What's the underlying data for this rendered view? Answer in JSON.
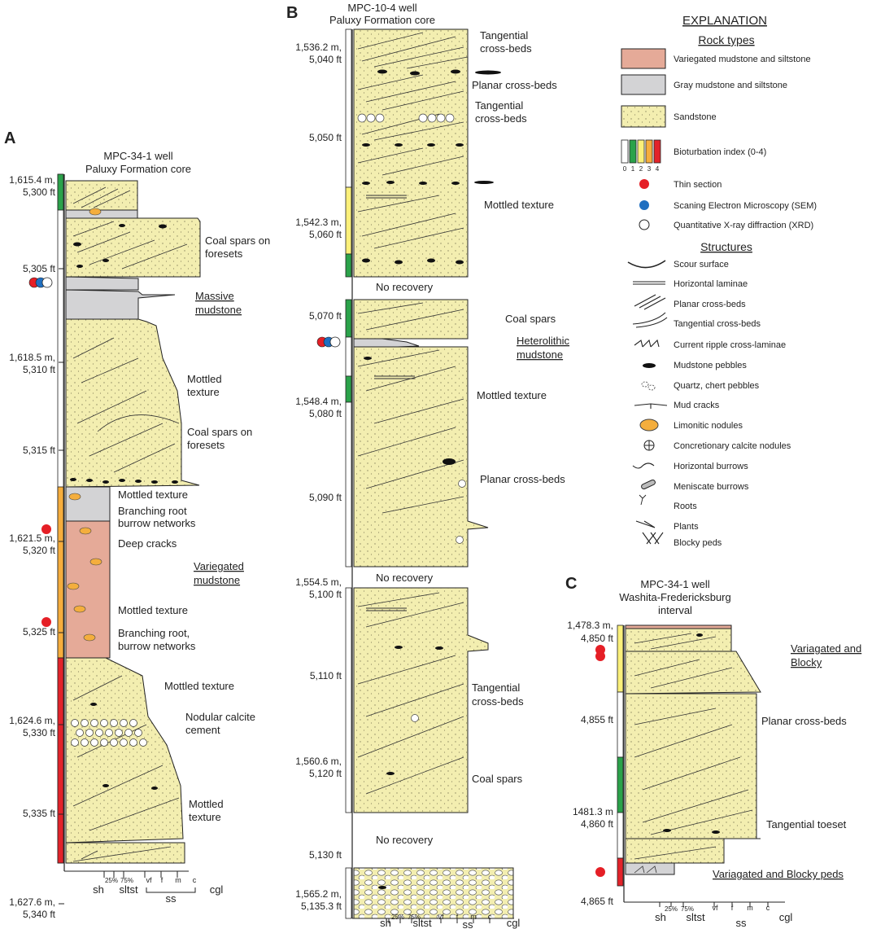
{
  "colors": {
    "sand": "#f3eeb0",
    "gray": "#d3d3d5",
    "variegated": "#e5aa98",
    "bio0": "#ffffff",
    "bio1": "#2ba24a",
    "bio2": "#fbf07a",
    "bio3": "#f6ad3c",
    "bio4": "#e2232a",
    "thin": "#e51f26",
    "sem": "#1f6fc0",
    "xrd": "#ffffff"
  },
  "panelA": {
    "letter": "A",
    "title1": "MPC-34-1 well",
    "title2": "Paluxy Formation core",
    "depths": [
      "1,615.4 m,",
      "5,300 ft",
      "5,305 ft",
      "1,618.5 m,",
      "5,310 ft",
      "5,315 ft",
      "1,621.5 m,",
      "5,320 ft",
      "5,325 ft",
      "1,624.6 m,",
      "5,330 ft",
      "5,335 ft",
      "1,627.6 m,",
      "5,340 ft"
    ],
    "notes": {
      "coal1a": "Coal spars on",
      "coal1b": "foresets",
      "massive1": "Massive",
      "massive2": "mudstone",
      "mottled1a": "Mottled",
      "mottled1b": "texture",
      "coal2a": "Coal spars on",
      "coal2b": "foresets",
      "mottled2": "Mottled texture",
      "branch1a": "Branching root",
      "branch1b": "burrow networks",
      "deep": "Deep cracks",
      "vari1": "Variegated",
      "vari2": "mudstone",
      "mottled3": "Mottled texture",
      "branch2a": "Branching root,",
      "branch2b": "burrow networks",
      "mottled4": "Mottled texture",
      "nod1": "Nodular calcite",
      "nod2": "cement",
      "mottled5a": "Mottled",
      "mottled5b": "texture"
    }
  },
  "panelB": {
    "letter": "B",
    "title1": "MPC-10-4 well",
    "title2": "Paluxy Formation core",
    "depths": [
      "1,536.2 m,",
      "5,040 ft",
      "5,050 ft",
      "1,542.3 m,",
      "5,060 ft",
      "5,070 ft",
      "1,548.4 m,",
      "5,080 ft",
      "5,090 ft",
      "1,554.5 m,",
      "5,100 ft",
      "5,110 ft",
      "1,560.6 m,",
      "5,120 ft",
      "5,130 ft",
      "1,565.2 m,",
      "5,135.3 ft"
    ],
    "notes": {
      "tan1a": "Tangential",
      "tan1b": "cross-beds",
      "planar1": "Planar cross-beds",
      "tan2a": "Tangential",
      "tan2b": "cross-beds",
      "mottled1": "Mottled texture",
      "norec1": "No recovery",
      "coal": "Coal spars",
      "het1": "Heterolithic",
      "het2": "mudstone",
      "mottled2": "Mottled texture",
      "planar2": "Planar cross-beds",
      "norec2": "No recovery",
      "tan3a": "Tangential",
      "tan3b": "cross-beds",
      "coal2": "Coal spars",
      "norec3": "No recovery"
    }
  },
  "panelC": {
    "letter": "C",
    "title1": "MPC-34-1 well",
    "title2": "Washita-Fredericksburg",
    "title3": "interval",
    "depths": [
      "1,478.3 m,",
      "4,850 ft",
      "4,855 ft",
      "1481.3 m",
      "4,860 ft",
      "4,865 ft"
    ],
    "notes": {
      "vb1": "Variagated and",
      "vb2": "Blocky",
      "planar": "Planar cross-beds",
      "tangential": "Tangential toeset",
      "vbp": "Variagated and Blocky peds"
    }
  },
  "axis": {
    "sh": "sh",
    "p25": "25%",
    "p75": "75%",
    "sltst": "sltst",
    "vf": "vf",
    "f": "f",
    "m": "m",
    "c": "c",
    "ss": "ss",
    "cgl": "cgl"
  },
  "legend": {
    "title": "EXPLANATION",
    "rock_heading": "Rock types",
    "rock": [
      "Variegated mudstone and siltstone",
      "Gray mudstone and siltstone",
      "Sandstone"
    ],
    "bio_label": "Bioturbation index (0-4)",
    "bio_nums": [
      "0",
      "1",
      "2",
      "3",
      "4"
    ],
    "samples": [
      "Thin section",
      "Scaning Electron Microscopy (SEM)",
      "Quantitative X-ray diffraction (XRD)"
    ],
    "struct_heading": "Structures",
    "structures": [
      "Scour surface",
      "Horizontal laminae",
      "Planar cross-beds",
      "Tangential cross-beds",
      "Current ripple cross-laminae",
      "Mudstone pebbles",
      "Quartz, chert pebbles",
      "Mud cracks",
      "Limonitic nodules",
      "Concretionary calcite nodules",
      "Horizontal burrows",
      "Meniscate burrows",
      "Roots",
      "Plants",
      "Blocky peds"
    ]
  }
}
